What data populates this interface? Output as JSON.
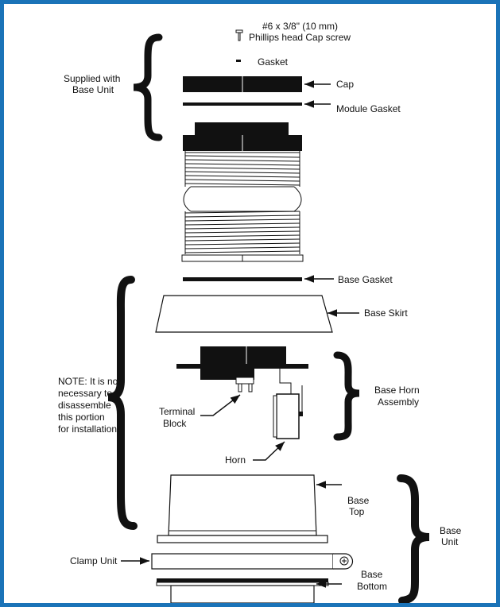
{
  "colors": {
    "frame": "#1a73b8",
    "ink": "#111111",
    "paper": "#ffffff"
  },
  "labels": {
    "screw_line1": "#6 x 3/8\" (10 mm)",
    "screw_line2": "Phillips head Cap screw",
    "gasket": "Gasket",
    "cap": "Cap",
    "module_gasket": "Module Gasket",
    "supplied_line1": "Supplied with",
    "supplied_line2": "Base Unit",
    "base_gasket": "Base Gasket",
    "base_skirt": "Base Skirt",
    "note_lines": [
      "NOTE:  It is not",
      "necessary to",
      "disassemble",
      "this portion",
      "for installation."
    ],
    "terminal_line1": "Terminal",
    "terminal_line2": "Block",
    "horn": "Horn",
    "base_horn_line1": "Base Horn",
    "base_horn_line2": "Assembly",
    "base_top_line1": "Base",
    "base_top_line2": "Top",
    "clamp_unit": "Clamp Unit",
    "base_unit_line1": "Base",
    "base_unit_line2": "Unit",
    "base_bottom_line1": "Base",
    "base_bottom_line2": "Bottom"
  }
}
